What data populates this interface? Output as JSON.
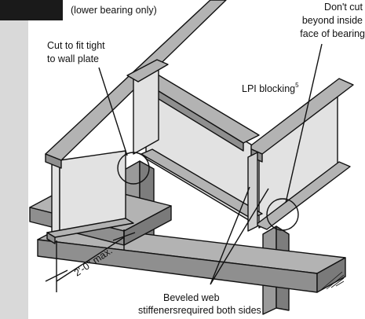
{
  "labels": {
    "lower_bearing_note": "(lower bearing only)",
    "dont_cut_line1": "Don't cut",
    "dont_cut_line2": "beyond inside",
    "dont_cut_line3": "face of bearing",
    "cut_fit_line1": "Cut to fit tight",
    "cut_fit_line2": "to wall plate",
    "lpi_blocking": "LPI blocking",
    "lpi_footnote": "5",
    "dimension": "2'-0\" max.",
    "beveled_line1": "Beveled web",
    "beveled_line2": "stiffenersrequired both sides"
  },
  "colors": {
    "background": "#ffffff",
    "side_panel": "#d9d9d9",
    "corner_block": "#1a1a1a",
    "member_top": "#b3b3b3",
    "member_side": "#8f8f8f",
    "web_panel": "#e2e2e2",
    "outline": "#111111"
  }
}
